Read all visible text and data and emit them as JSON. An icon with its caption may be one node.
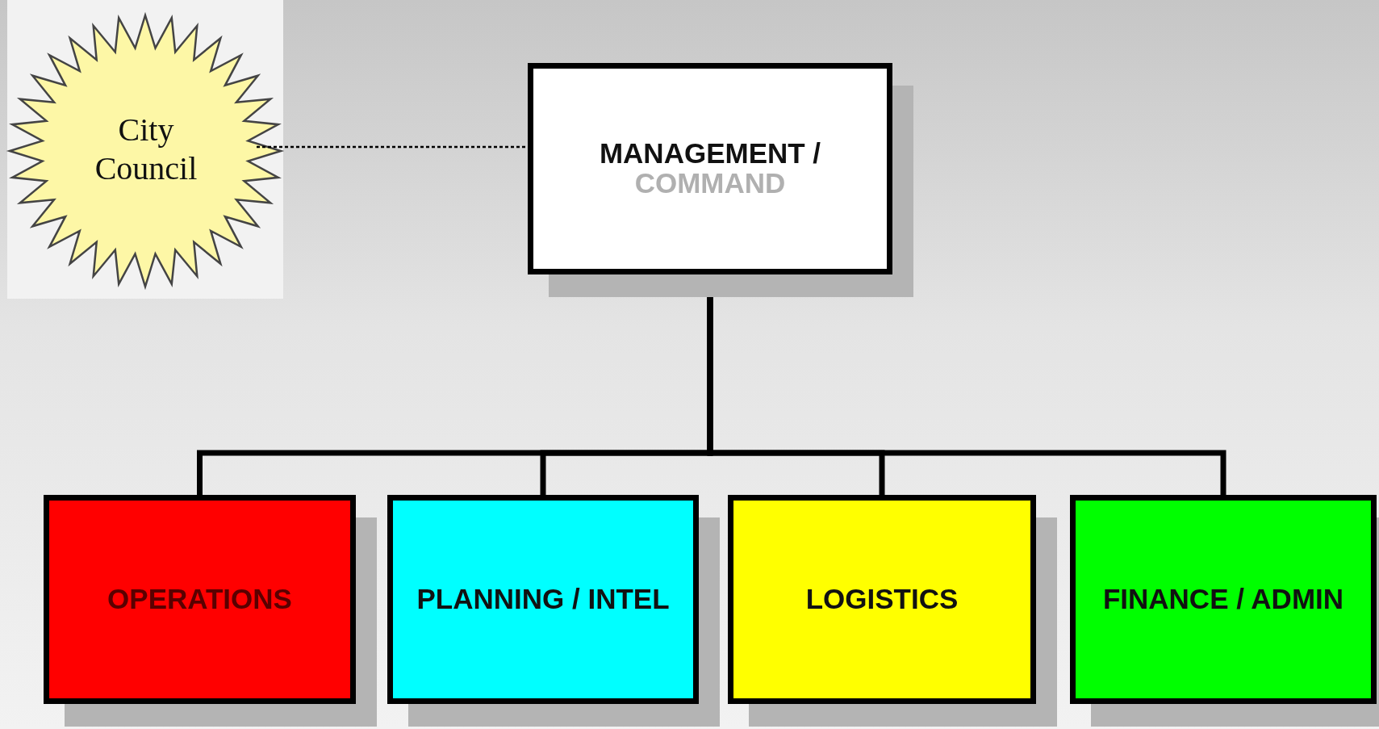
{
  "diagram": {
    "nodes": [
      {
        "text": [
          "City Council"
        ]
      },
      {
        "text": [
          "MANAGEMENT /",
          "COMMAND"
        ]
      },
      {
        "text": [
          "OPERATIONS"
        ]
      },
      {
        "text": [
          "PLANNING / INTEL"
        ]
      },
      {
        "text": [
          "LOGISTICS"
        ]
      },
      {
        "text": [
          "FINANCE / ADMIN"
        ]
      }
    ],
    "edges": [
      {
        "from": 0,
        "to": 1,
        "arrow": "none",
        "style": "dashed"
      },
      {
        "from": 1,
        "to": 2,
        "arrow": "none"
      },
      {
        "from": 1,
        "to": 3,
        "arrow": "none"
      },
      {
        "from": 1,
        "to": 4,
        "arrow": "none"
      },
      {
        "from": 1,
        "to": 5,
        "arrow": "none"
      }
    ]
  }
}
